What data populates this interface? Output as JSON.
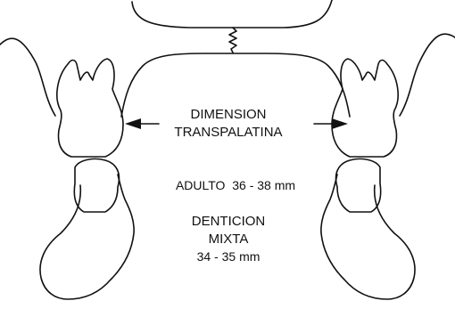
{
  "labels": {
    "dimension_line1": "DIMENSION",
    "dimension_line2": "TRANSPALATINA",
    "adult": "ADULTO  36 - 38 mm",
    "mixed_line1": "DENTICION",
    "mixed_line2": "MIXTA",
    "mixed_line3": "34 - 35 mm"
  },
  "colors": {
    "line": "#111111",
    "background": "#ffffff"
  }
}
